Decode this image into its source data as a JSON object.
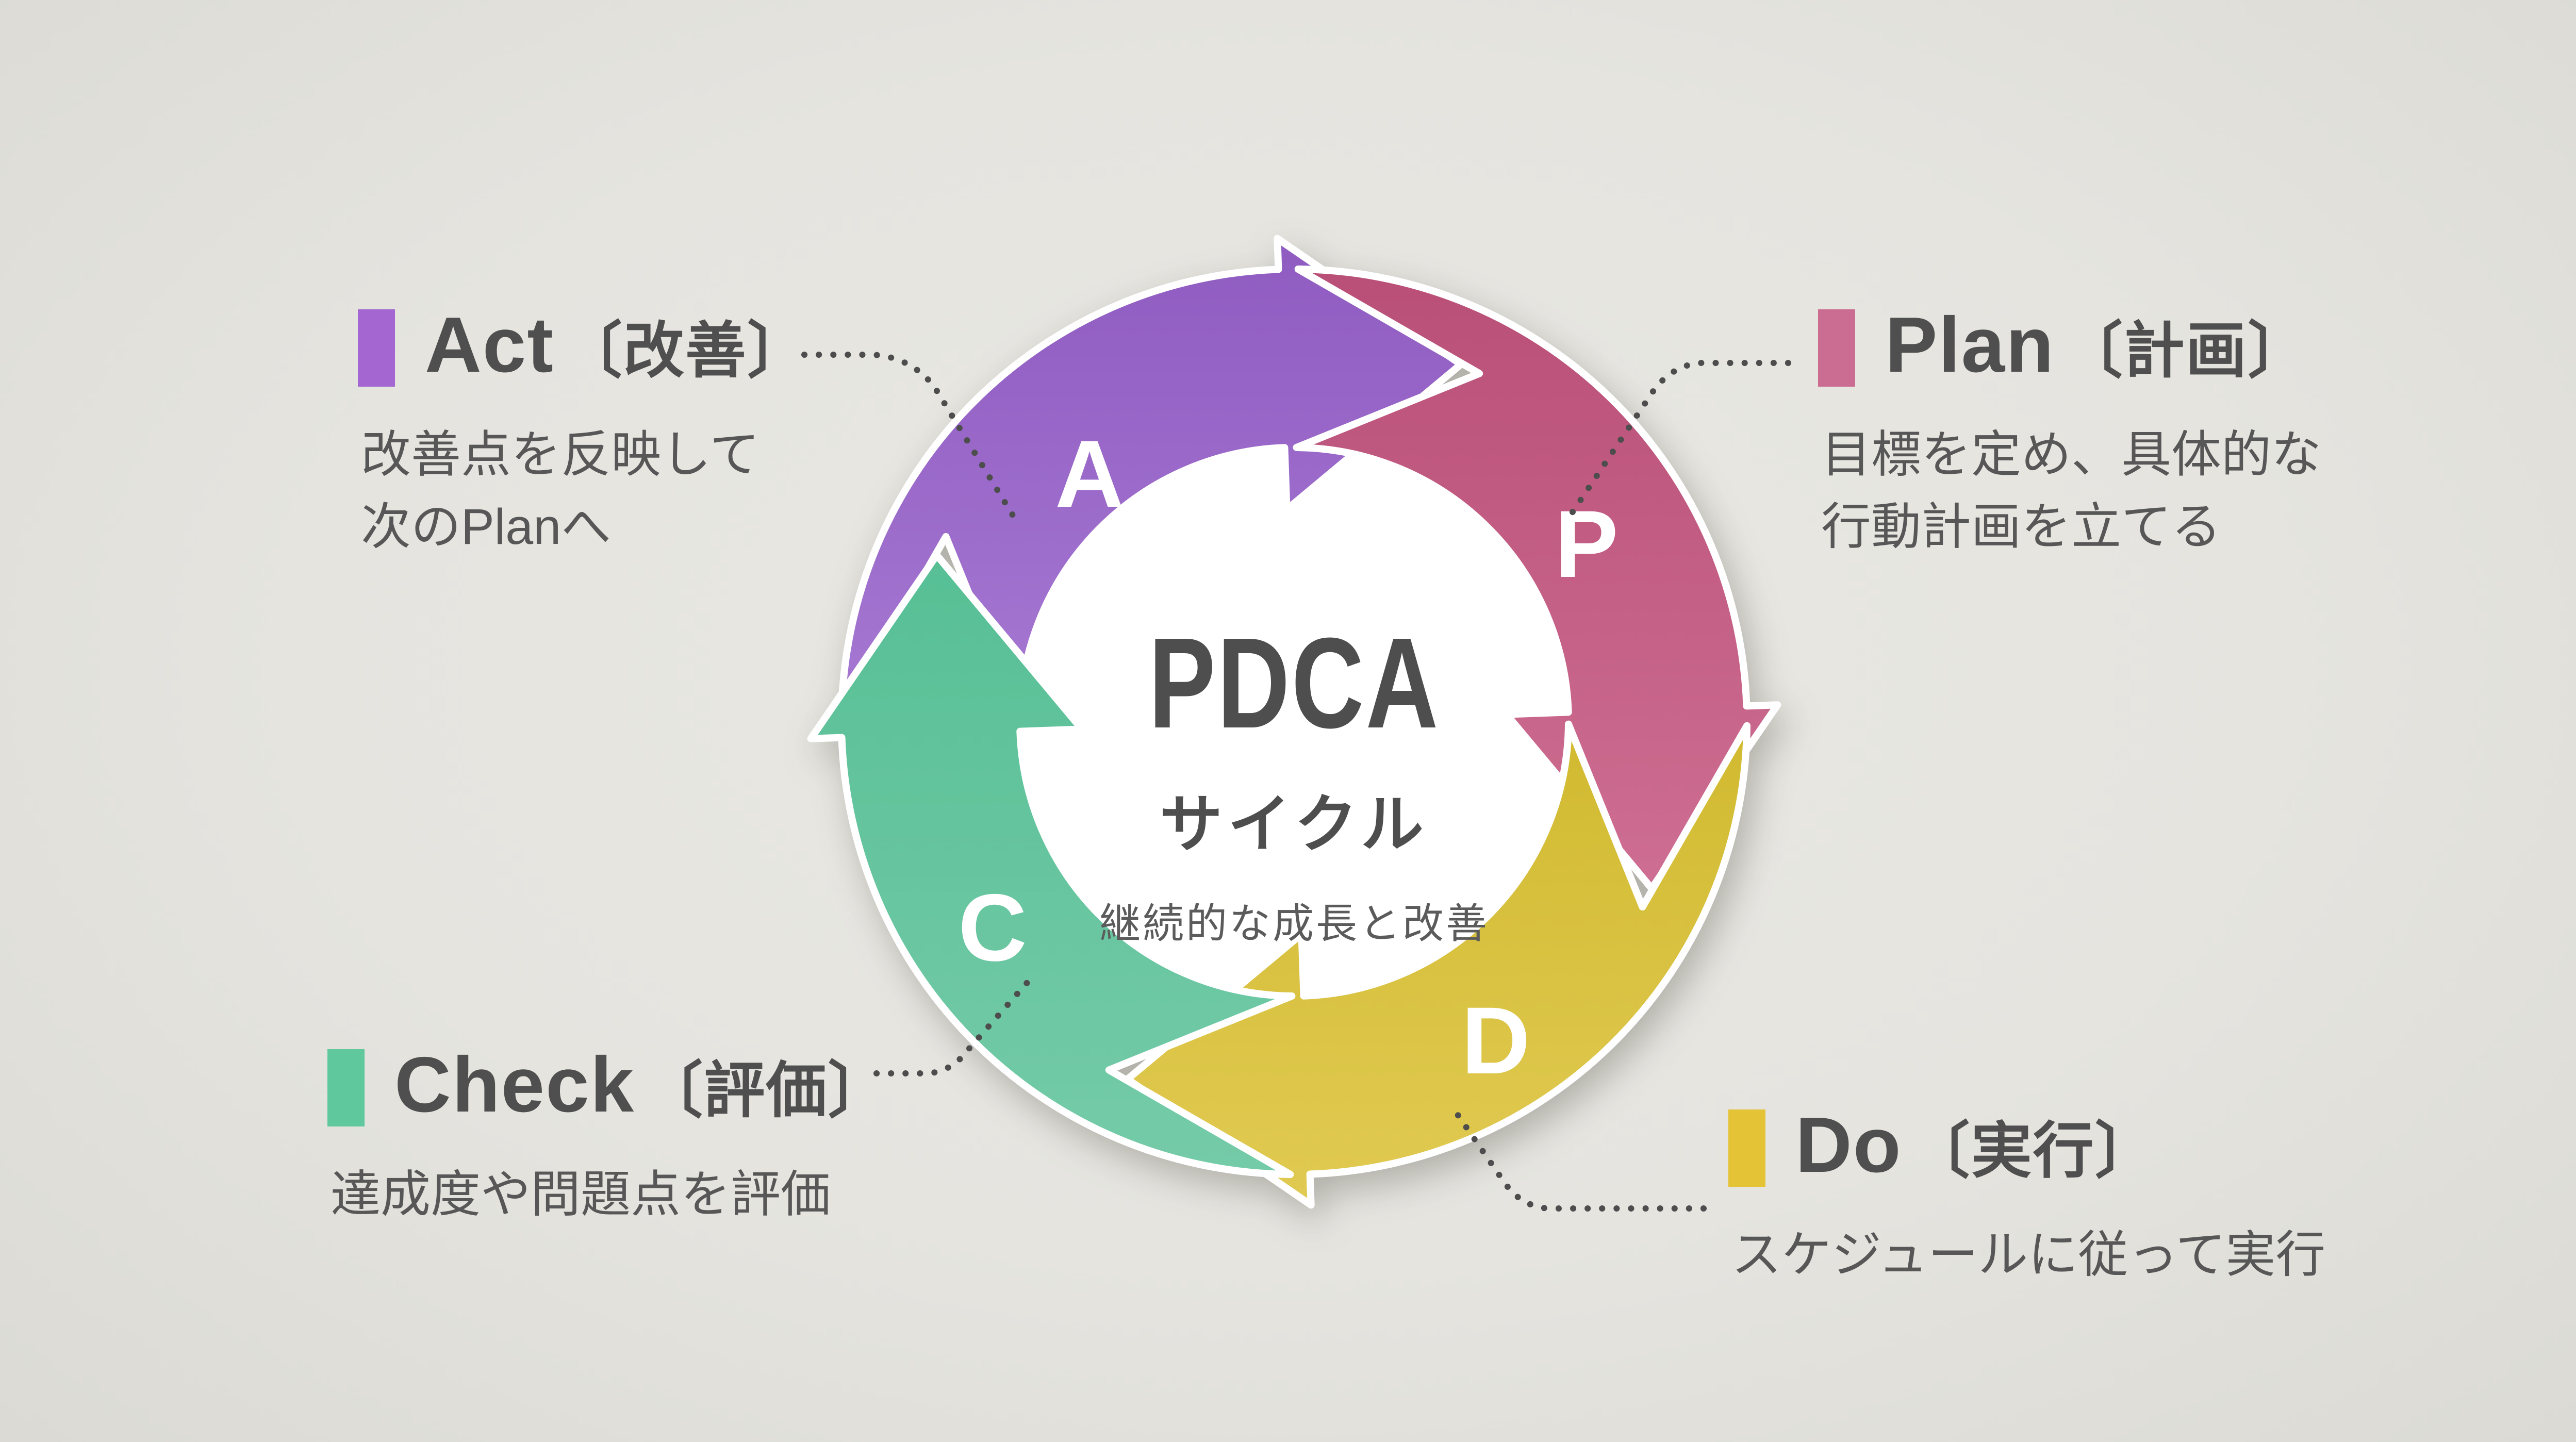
{
  "center": {
    "title": "PDCA",
    "subtitle": "サイクル",
    "tagline": "継続的な成長と改善"
  },
  "colors": {
    "background": "#e5e4df",
    "white": "#ffffff",
    "heading_text": "#4f4f4f",
    "body_text": "#575757",
    "dot": "#4d4d4d",
    "letter": "#ffffff"
  },
  "segments": [
    {
      "name": "act",
      "letter": "A",
      "heading_en": "Act",
      "heading_ja": "〔改善〕",
      "desc_line1": "改善点を反映して",
      "desc_line2": "次のPlanへ",
      "bullet_color": "#a466d1",
      "color_top": "#8f5bc1",
      "color_bottom": "#a678d2"
    },
    {
      "name": "plan",
      "letter": "P",
      "heading_en": "Plan",
      "heading_ja": "〔計画〕",
      "desc_line1": "目標を定め、具体的な",
      "desc_line2": "行動計画を立てる",
      "bullet_color": "#cb6d92",
      "color_top": "#b94f77",
      "color_bottom": "#ce6e92"
    },
    {
      "name": "do",
      "letter": "D",
      "heading_en": "Do",
      "heading_ja": "〔実行〕",
      "desc_line1": "スケジュールに従って実行",
      "desc_line2": "",
      "bullet_color": "#e4c436",
      "color_top": "#d1ba30",
      "color_bottom": "#e1ca52"
    },
    {
      "name": "check",
      "letter": "C",
      "heading_en": "Check",
      "heading_ja": "〔評価〕",
      "desc_line1": "達成度や問題点を評価",
      "desc_line2": "",
      "bullet_color": "#60c89d",
      "color_top": "#57bf95",
      "color_bottom": "#75cba8"
    }
  ]
}
